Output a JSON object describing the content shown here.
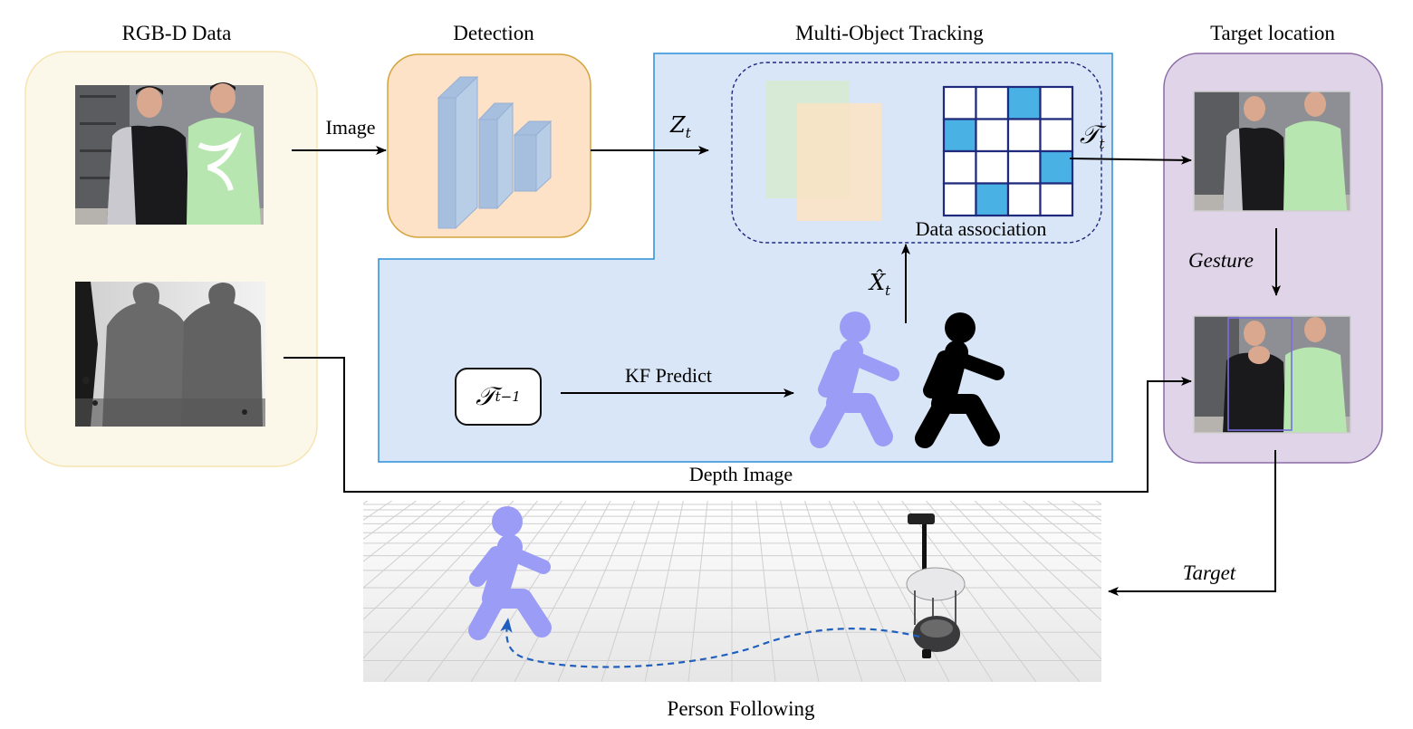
{
  "labels": {
    "rgbd": "RGB-D Data",
    "detection": "Detection",
    "mot": "Multi-Object Tracking",
    "target_location": "Target location",
    "image": "Image",
    "kf_predict": "KF Predict",
    "data_association": "Data association",
    "depth_image": "Depth Image",
    "person_following": "Person Following",
    "gesture": "Gesture",
    "target": "Target"
  },
  "math": {
    "zt_base": "Z",
    "zt_sub": "t",
    "tau": "𝒯",
    "tau_t_sub": "t",
    "tau_prev_sub": "t−1",
    "xhat_base": "X̂",
    "xhat_sub": "t"
  },
  "colors": {
    "rgbd_panel": "#fbf8ea",
    "detection_panel": "#fde2c8",
    "mot_panel": "#d9e6f8",
    "target_panel": "#e0d4e8",
    "walker_predicted": "#9a9cf5",
    "walker_detected": "#000000",
    "grid_highlight": "#49b1e4",
    "grid_line": "#1f2a7d",
    "trajectory": "#1f5fbf"
  },
  "association_grid": {
    "rows": 4,
    "cols": 4,
    "highlighted": [
      [
        0,
        2
      ],
      [
        1,
        0
      ],
      [
        2,
        3
      ],
      [
        3,
        1
      ]
    ]
  }
}
